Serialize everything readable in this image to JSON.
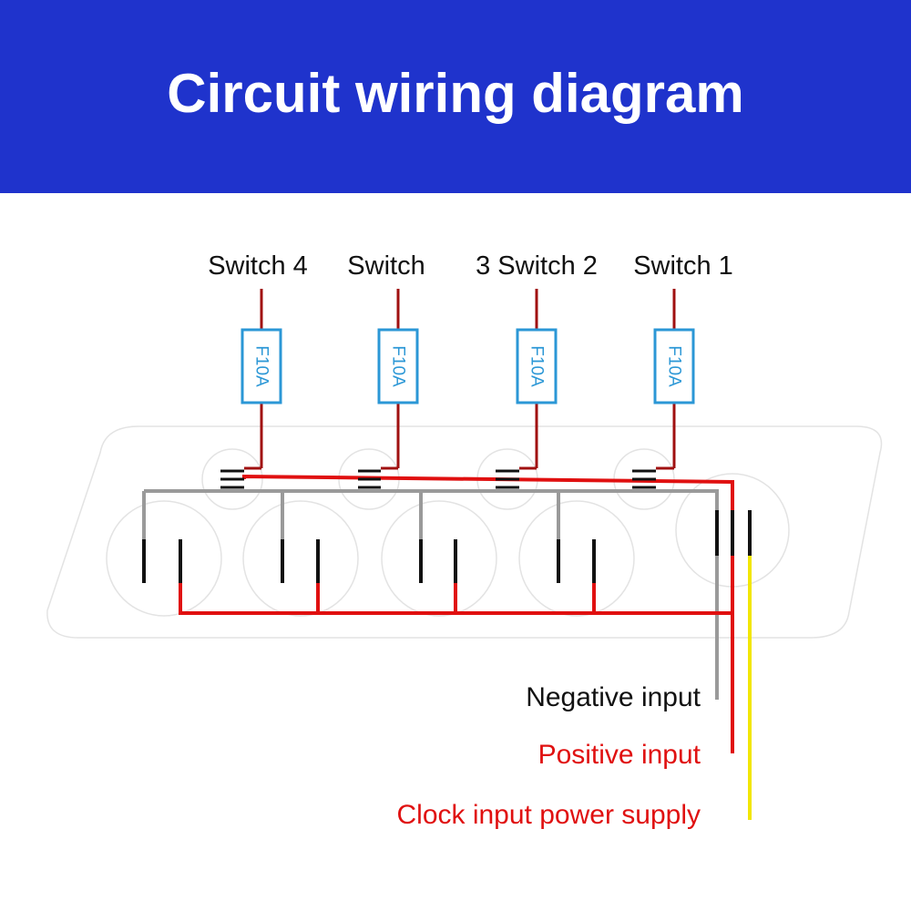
{
  "header": {
    "title": "Circuit wiring diagram"
  },
  "switch_labels": [
    "Switch 4",
    "Switch",
    "3 Switch 2",
    "Switch 1"
  ],
  "fuses": [
    "F10A",
    "F10A",
    "F10A",
    "F10A"
  ],
  "inputs": {
    "negative": "Negative input",
    "positive": "Positive input",
    "clock": "Clock input power supply"
  },
  "colors": {
    "header_bg": "#1f33cc",
    "wire_red": "#e01010",
    "wire_dark_red": "#a01010",
    "wire_gray": "#9a9a9a",
    "wire_yellow": "#f2e600",
    "fuse_blue": "#2b97d6",
    "label_red": "#e01010"
  }
}
